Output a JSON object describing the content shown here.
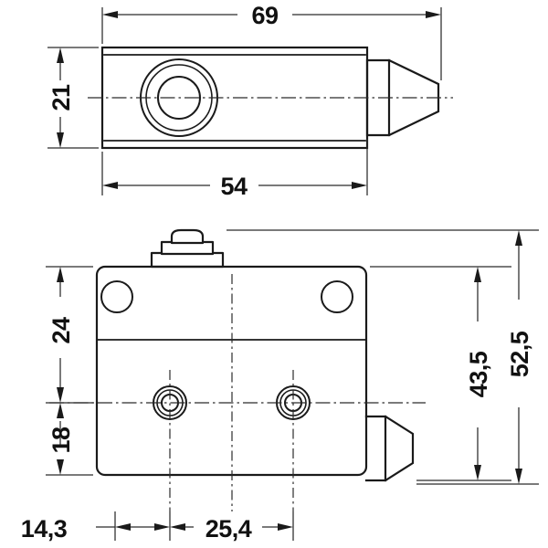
{
  "drawing": {
    "title": "Technical dimension drawing - limit switch body",
    "units": "mm",
    "line_color": "#1a1a1a",
    "dim_color": "#2b2b2b",
    "background": "#ffffff",
    "views": [
      {
        "name": "top-view",
        "description": "Plan view: rectangular body with concentric bore and tapered conical nose at right"
      },
      {
        "name": "side-view",
        "description": "Side view: body with plunger on top, two mounting holes, two countersunk fixing holes and tapered conical nose at lower right"
      }
    ],
    "dimensions": {
      "top_overall_length": "69",
      "top_body_length": "54",
      "top_body_height": "21",
      "side_upper_height": "24",
      "side_lower_height": "18",
      "side_nose_height": "43,5",
      "side_overall_height": "52,5",
      "side_edge_offset": "14,3",
      "side_hole_spacing": "25,4"
    }
  }
}
